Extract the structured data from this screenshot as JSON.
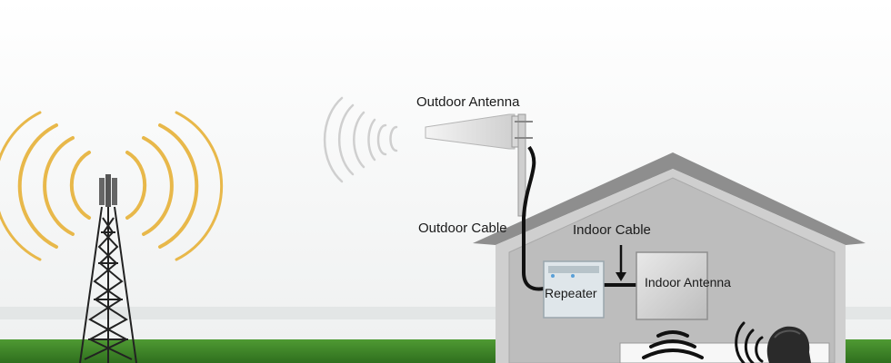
{
  "labels": {
    "outdoor_antenna": "Outdoor Antenna",
    "outdoor_cable": "Outdoor Cable",
    "indoor_cable": "Indoor Cable",
    "repeater": "Repeater",
    "indoor_antenna": "Indoor Antenna"
  },
  "colors": {
    "signal_waves": "#e8b84a",
    "house_roof": "#8c8c8c",
    "house_wall": "#c9c9c9",
    "grass": "#3f8a2a",
    "cable": "#111111"
  },
  "icons": [
    "cell-tower-icon",
    "outdoor-antenna-icon",
    "repeater-icon",
    "indoor-antenna-icon",
    "phone-user-icon"
  ]
}
